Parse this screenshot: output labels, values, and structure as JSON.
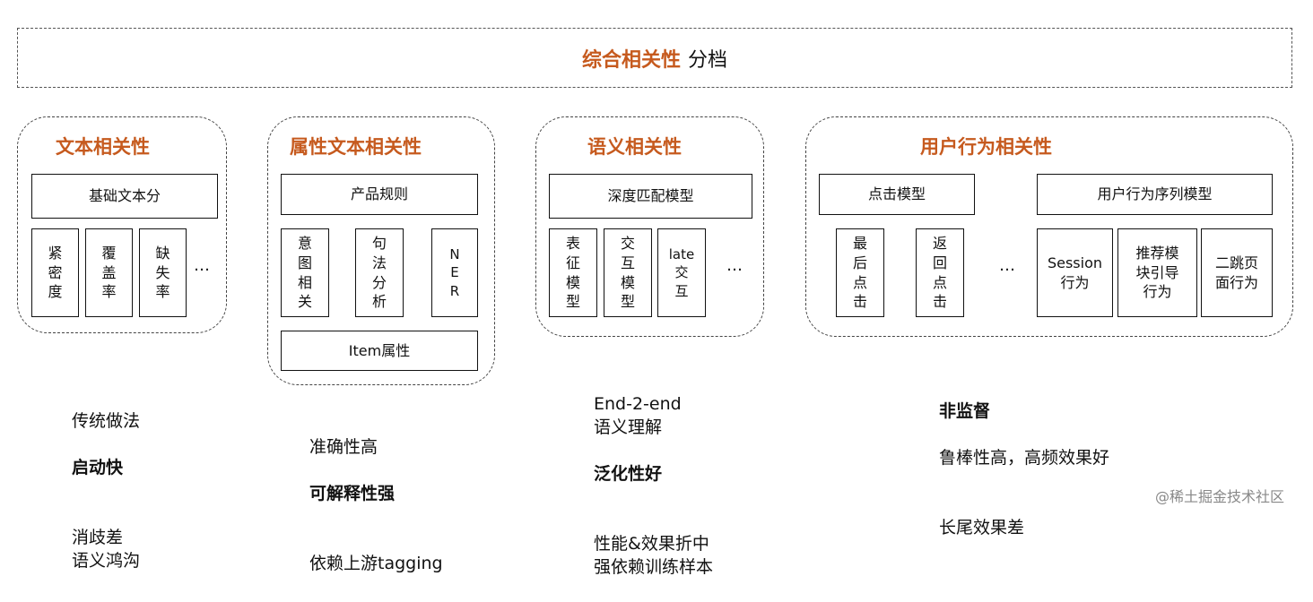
{
  "header": {
    "highlight": "综合相关性",
    "rest": "分档"
  },
  "groups": {
    "text": {
      "title": "文本相关性",
      "main": "基础文本分",
      "subs": [
        "紧\n密\n度",
        "覆\n盖\n率",
        "缺\n失\n率"
      ],
      "ellipsis": "…"
    },
    "attr": {
      "title": "属性文本相关性",
      "main": "产品规则",
      "subs": [
        "意\n图\n相\n关",
        "句\n法\n分\n析",
        "N\nE\nR"
      ],
      "bottom": "Item属性"
    },
    "semantic": {
      "title": "语义相关性",
      "main": "深度匹配模型",
      "subs": [
        "表\n征\n模\n型",
        "交\n互\n模\n型",
        "late\n交\n互"
      ],
      "ellipsis": "…"
    },
    "behavior": {
      "title": "用户行为相关性",
      "main_left": "点击模型",
      "main_right": "用户行为序列模型",
      "subs_left": [
        "最\n后\n点\n击",
        "返\n回\n点\n击"
      ],
      "ellipsis": "…",
      "subs_right": [
        "Session\n行为",
        "推荐模\n块引导\n行为",
        "二跳页\n面行为"
      ]
    }
  },
  "notes": {
    "text": {
      "line1": "传统做法",
      "bold": "启动快",
      "line3": "消歧差\n语义鸿沟"
    },
    "attr": {
      "line1": "准确性高",
      "bold": "可解释性强",
      "line3": "依赖上游tagging"
    },
    "semantic": {
      "line1": "End-2-end\n语义理解",
      "bold": "泛化性好",
      "line3": "性能&效果折中\n强依赖训练样本"
    },
    "behavior": {
      "bold": "非监督",
      "line2": "鲁棒性高，高频效果好",
      "line3": "长尾效果差"
    }
  },
  "watermark": "@稀土掘金技术社区"
}
